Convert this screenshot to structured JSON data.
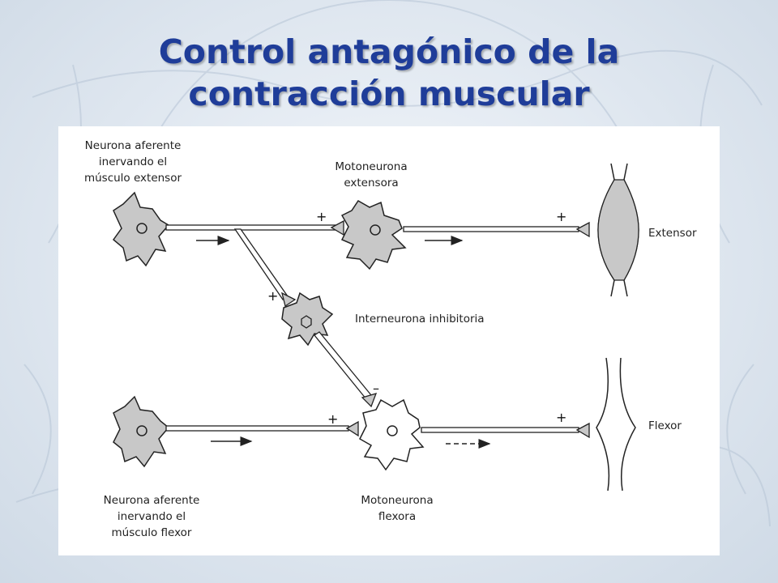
{
  "slide": {
    "title_line1": "Control antagónico de la",
    "title_line2": "contracción muscular",
    "title_color": "#1f3d99"
  },
  "diagram": {
    "labels": {
      "afferent_extensor": [
        "Neurona aferente",
        "inervando el",
        "músculo extensor"
      ],
      "motoneuron_extensor": [
        "Motoneurona",
        "extensora"
      ],
      "interneuron": "Interneurona inhibitoria",
      "afferent_flexor": [
        "Neurona aferente",
        "inervando el",
        "músculo flexor"
      ],
      "motoneuron_flexor": [
        "Motoneurona",
        "flexora"
      ],
      "muscle_extensor": "Extensor",
      "muscle_flexor": "Flexor"
    },
    "signs": {
      "excitatory": "+",
      "inhibitory": "–"
    },
    "colors": {
      "cell_fill": "#c8c8c8",
      "inactive_fill": "#ffffff",
      "line": "#222222"
    }
  }
}
